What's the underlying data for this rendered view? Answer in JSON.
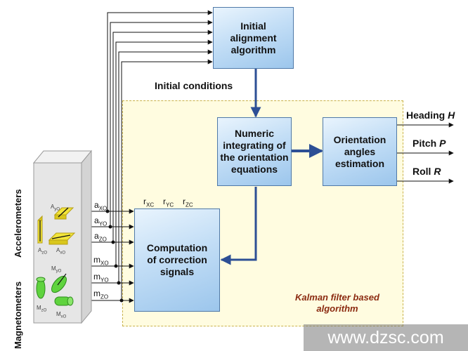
{
  "blocks": {
    "initial_alignment": "Initial\nalignment\nalgorithm",
    "numeric_integrating": "Numeric\nintegrating of\nthe orientation\nequations",
    "orientation_estimation": "Orientation\nangles\nestimation",
    "correction_signals": "Computation\nof correction\nsignals"
  },
  "labels": {
    "initial_conditions": "Initial conditions",
    "kalman": "Kalman filter based\nalgorithm",
    "accelerometers": "Accelerometers",
    "magnetometers": "Magnetometers"
  },
  "outputs": [
    {
      "name": "Heading",
      "sym": "H"
    },
    {
      "name": "Pitch",
      "sym": "P"
    },
    {
      "name": "Roll",
      "sym": "R"
    }
  ],
  "signals": [
    {
      "base": "a",
      "sub": "XO"
    },
    {
      "base": "a",
      "sub": "YO"
    },
    {
      "base": "a",
      "sub": "ZO"
    },
    {
      "base": "m",
      "sub": "XO"
    },
    {
      "base": "m",
      "sub": "YO"
    },
    {
      "base": "m",
      "sub": "ZO"
    }
  ],
  "corrections": [
    {
      "base": "r",
      "sub": "XC"
    },
    {
      "base": "r",
      "sub": "YC"
    },
    {
      "base": "r",
      "sub": "ZC"
    }
  ],
  "sensor_labels": {
    "acc_y": {
      "base": "A",
      "sub": "yO"
    },
    "acc_z": {
      "base": "A",
      "sub": "zO"
    },
    "acc_x": {
      "base": "A",
      "sub": "xO"
    },
    "mag_y": {
      "base": "M",
      "sub": "yO"
    },
    "mag_z": {
      "base": "M",
      "sub": "zO"
    },
    "mag_x": {
      "base": "M",
      "sub": "xO"
    }
  },
  "watermark": "www.dzsc.com",
  "colors": {
    "box_border": "#4f79a8",
    "arrow_blue": "#2d4f95",
    "kalman_text": "#8b2a10",
    "sensor_yellow": "#f2e53a",
    "sensor_green": "#5fd33e"
  }
}
